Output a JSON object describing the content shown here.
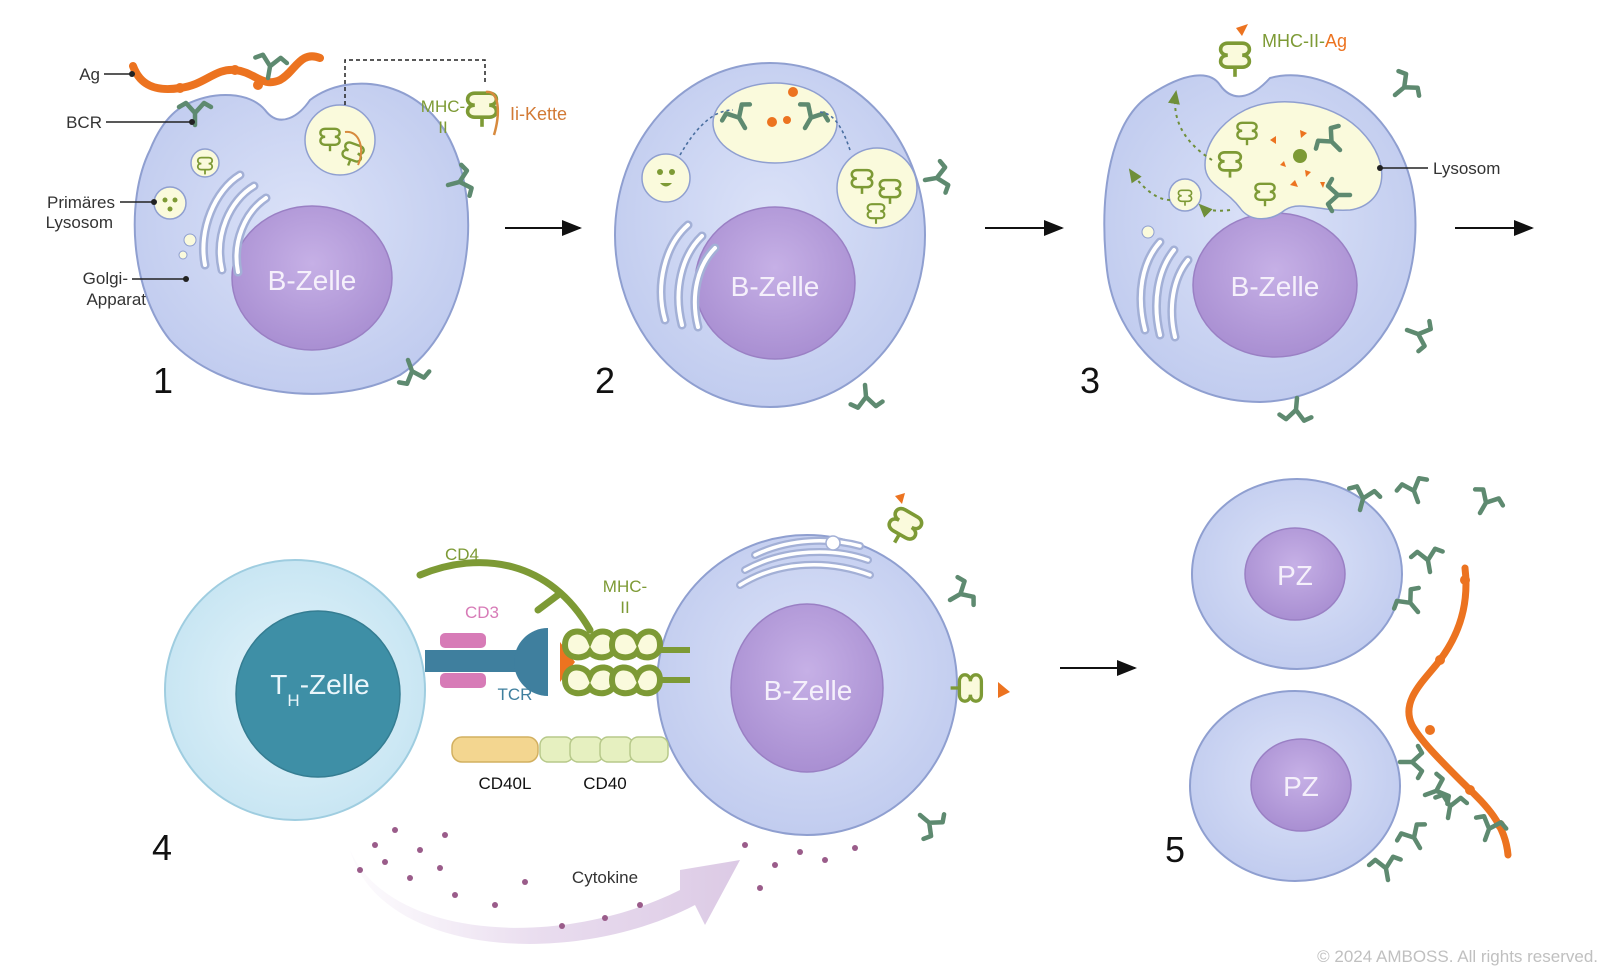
{
  "colors": {
    "cell_fill": "#c8d2f0",
    "cell_stroke": "#8f9fd0",
    "nucleus": "#b49ad8",
    "th_cell": "#cde9f4",
    "th_nucleus": "#3e8fa6",
    "antigen": "#ec7320",
    "receptor": "#5e8a70",
    "mhc": "#7d9a35",
    "vesicle": "#fafadc",
    "cd3": "#d77bb7",
    "tcr": "#3f7f9e",
    "cd40l": "#f3d690",
    "cd40": "#e6f0c0",
    "cytokine": "#9a5c8a"
  },
  "panel1": {
    "step": "1",
    "nucleus_label": "B-Zelle",
    "labels": {
      "ag": "Ag",
      "bcr": "BCR",
      "lysosome_line1": "Primäres",
      "lysosome_line2": "Lysosom",
      "golgi_line1": "Golgi-",
      "golgi_line2": "Apparat",
      "mhc_line1": "MHC-",
      "mhc_line2": "II",
      "ii_chain": "Ii-Kette"
    }
  },
  "panel2": {
    "step": "2",
    "nucleus_label": "B-Zelle"
  },
  "panel3": {
    "step": "3",
    "nucleus_label": "B-Zelle",
    "labels": {
      "mhc_ag_prefix": "MHC-II-",
      "mhc_ag_suffix": "Ag",
      "lysosome": "Lysosom"
    }
  },
  "panel4": {
    "step": "4",
    "th_label_main": "T",
    "th_label_sub": "H",
    "th_label_rest": "-Zelle",
    "b_label": "B-Zelle",
    "labels": {
      "cd4": "CD4",
      "cd3": "CD3",
      "tcr": "TCR",
      "mhc_line1": "MHC-",
      "mhc_line2": "II",
      "cd40l": "CD40L",
      "cd40": "CD40",
      "cytokine": "Cytokine"
    }
  },
  "panel5": {
    "step": "5",
    "cell1_label": "PZ",
    "cell2_label": "PZ"
  },
  "copyright": "© 2024 AMBOSS. All rights reserved."
}
